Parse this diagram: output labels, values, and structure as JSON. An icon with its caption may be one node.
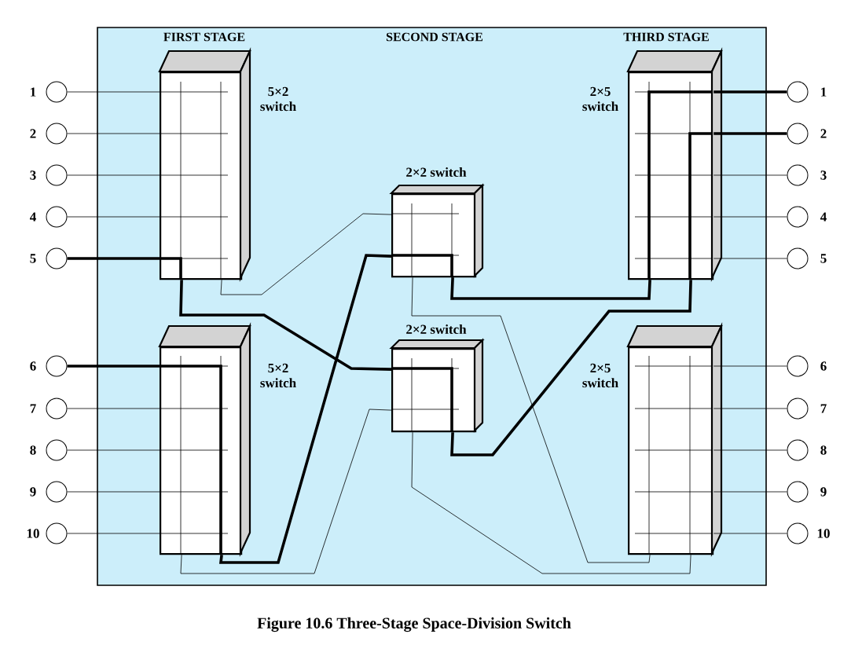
{
  "diagram": {
    "caption": "Figure 10.6 Three-Stage Space-Division Switch",
    "nodes": [
      {
        "text": [],
        "shape": "circle",
        "beside": [
          "1"
        ]
      },
      {
        "text": [],
        "shape": "circle",
        "beside": [
          "2"
        ]
      },
      {
        "text": [],
        "shape": "circle",
        "beside": [
          "3"
        ]
      },
      {
        "text": [],
        "shape": "circle",
        "beside": [
          "4"
        ]
      },
      {
        "text": [],
        "shape": "circle",
        "beside": [
          "5"
        ]
      },
      {
        "text": [
          "5×2 switch"
        ]
      },
      {
        "text": [
          "2×2 switch"
        ]
      },
      {
        "text": [
          "2×5 switch"
        ]
      },
      {
        "text": [],
        "shape": "circle",
        "beside": [
          "1"
        ]
      },
      {
        "text": [],
        "shape": "circle",
        "beside": [
          "2"
        ]
      },
      {
        "text": [],
        "shape": "circle",
        "beside": [
          "3"
        ]
      },
      {
        "text": [],
        "shape": "circle",
        "beside": [
          "4"
        ]
      },
      {
        "text": [],
        "shape": "circle",
        "beside": [
          "5"
        ]
      },
      {
        "text": [],
        "shape": "circle",
        "beside": [
          "6"
        ]
      },
      {
        "text": [],
        "shape": "circle",
        "beside": [
          "7"
        ]
      },
      {
        "text": [],
        "shape": "circle",
        "beside": [
          "8"
        ]
      },
      {
        "text": [],
        "shape": "circle",
        "beside": [
          "9"
        ]
      },
      {
        "text": [],
        "shape": "circle",
        "beside": [
          "10"
        ]
      },
      {
        "text": [
          "5×2 switch"
        ]
      },
      {
        "text": [
          "2×2 switch"
        ]
      },
      {
        "text": [
          "2×5 switch"
        ]
      },
      {
        "text": [],
        "shape": "circle",
        "beside": [
          "6"
        ]
      },
      {
        "text": [],
        "shape": "circle",
        "beside": [
          "7"
        ]
      },
      {
        "text": [],
        "shape": "circle",
        "beside": [
          "8"
        ]
      },
      {
        "text": [],
        "shape": "circle",
        "beside": [
          "9"
        ]
      },
      {
        "text": [],
        "shape": "circle",
        "beside": [
          "10"
        ]
      }
    ],
    "edges": [
      {
        "from": 0,
        "to": 5,
        "arrow": "none"
      },
      {
        "from": 1,
        "to": 5,
        "arrow": "none"
      },
      {
        "from": 2,
        "to": 5,
        "arrow": "none"
      },
      {
        "from": 3,
        "to": 5,
        "arrow": "none"
      },
      {
        "from": 4,
        "to": 5,
        "arrow": "none",
        "style": "thick"
      },
      {
        "from": 7,
        "to": 8,
        "arrow": "none",
        "style": "thick"
      },
      {
        "from": 7,
        "to": 9,
        "arrow": "none",
        "style": "thick"
      },
      {
        "from": 7,
        "to": 10,
        "arrow": "none"
      },
      {
        "from": 7,
        "to": 11,
        "arrow": "none"
      },
      {
        "from": 7,
        "to": 12,
        "arrow": "none"
      },
      {
        "from": 13,
        "to": 18,
        "arrow": "none",
        "style": "thick"
      },
      {
        "from": 14,
        "to": 18,
        "arrow": "none"
      },
      {
        "from": 15,
        "to": 18,
        "arrow": "none"
      },
      {
        "from": 16,
        "to": 18,
        "arrow": "none"
      },
      {
        "from": 17,
        "to": 18,
        "arrow": "none"
      },
      {
        "from": 20,
        "to": 21,
        "arrow": "none"
      },
      {
        "from": 20,
        "to": 22,
        "arrow": "none"
      },
      {
        "from": 20,
        "to": 23,
        "arrow": "none"
      },
      {
        "from": 20,
        "to": 24,
        "arrow": "none"
      },
      {
        "from": 20,
        "to": 25,
        "arrow": "none"
      },
      {
        "from": 5,
        "to": 6,
        "arrow": "none"
      },
      {
        "from": 5,
        "to": 19,
        "arrow": "none",
        "style": "thick"
      },
      {
        "from": 18,
        "to": 6,
        "arrow": "none",
        "style": "thick"
      },
      {
        "from": 18,
        "to": 19,
        "arrow": "none"
      },
      {
        "from": 6,
        "to": 7,
        "arrow": "none",
        "style": "thick"
      },
      {
        "from": 6,
        "to": 20,
        "arrow": "none"
      },
      {
        "from": 19,
        "to": 7,
        "arrow": "none",
        "style": "thick"
      },
      {
        "from": 19,
        "to": 20,
        "arrow": "none"
      }
    ],
    "labels": [
      "FIRST STAGE",
      "SECOND STAGE",
      "THIRD STAGE"
    ]
  }
}
